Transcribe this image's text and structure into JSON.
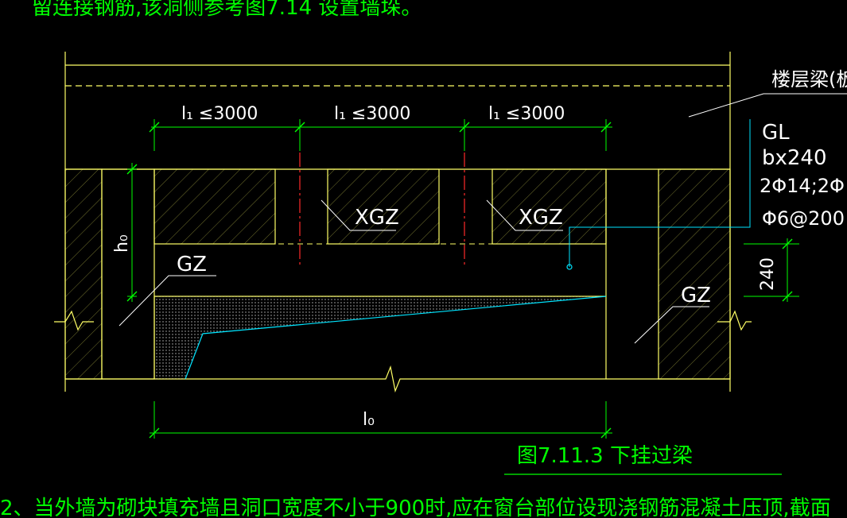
{
  "header": {
    "note_top": "留连接钢筋,该洞侧参考图7.14 设置墙垛。",
    "note_bottom": "2、当外墙为砌块填充墙且洞口宽度不小于900时,应在窗台部位设现浇钢筋混凝土压顶,截面"
  },
  "labels": {
    "floor_beam": "楼层梁(板",
    "gl_name": "GL",
    "gl_size": "bx240",
    "gl_main_bars": "2Φ14;2Φ",
    "gl_stirrups": "Φ6@200",
    "xgz_left": "XGZ",
    "xgz_right": "XGZ",
    "gz_left": "GZ",
    "gz_right": "GZ",
    "h0": "h₀",
    "dim_240": "240",
    "span_1": "l₁ ≤3000",
    "span_2": "l₁ ≤3000",
    "span_3": "l₁ ≤3000",
    "l0": "l₀",
    "caption": "图7.11.3  下挂过梁"
  },
  "colors": {
    "background": "#000000",
    "outline": "#ffff66",
    "dimension": "#00ff00",
    "leader": "#ffffff",
    "gl_leader": "#00e5ff",
    "axis": "#ff2a2a",
    "text": "#ffffff",
    "note": "#00ff00"
  }
}
